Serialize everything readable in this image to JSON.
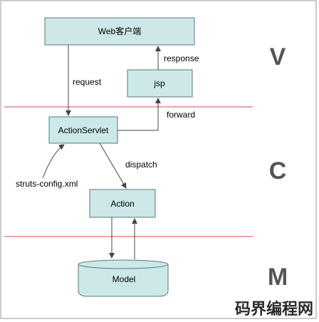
{
  "diagram": {
    "nodes": {
      "web_client": "Web客户端",
      "jsp": "jsp",
      "action_servlet": "ActionServlet",
      "action": "Action",
      "model": "Model"
    },
    "edges": {
      "request": "request",
      "response": "response",
      "forward": "forward",
      "dispatch": "dispatch",
      "struts_config": "struts-config.xml"
    },
    "layers": {
      "view": "V",
      "controller": "C",
      "model": "M"
    },
    "colors": {
      "box_fill": "#cce8e8",
      "box_stroke": "#5a7a7a",
      "separator": "#e07070",
      "arrow": "#444444"
    }
  },
  "watermark": {
    "text": "码界编程网"
  }
}
